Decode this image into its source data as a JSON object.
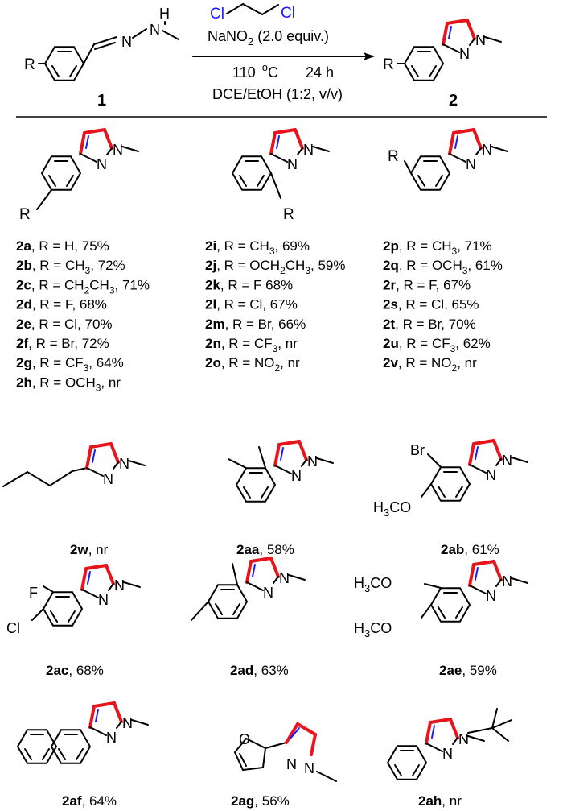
{
  "reaction": {
    "reagent_cl_left": "Cl",
    "reagent_cl_right": "Cl",
    "nano2_main": "NaNO",
    "nano2_sub": "2",
    "nano2_tail": " (2.0 equiv.)",
    "temp_value": "110",
    "temp_unit_sup": "o",
    "temp_unit": "C",
    "time": "24  h",
    "solvent": "DCE/EtOH (1:2, v/v)",
    "start_label": "1",
    "product_label": "2",
    "r_group": "R",
    "n_atom": "N",
    "h_atom": "H"
  },
  "scaffolds": {
    "r_label": "R",
    "n_atom": "N"
  },
  "columns": [
    {
      "entries": [
        {
          "id": "2a",
          "text": ", R = H, 75%"
        },
        {
          "id": "2b",
          "text": ", R = CH",
          "sub": "3",
          "after": ", 72%"
        },
        {
          "id": "2c",
          "text": ", R = CH",
          "sub": "2",
          "mid": "CH",
          "sub2": "3",
          "after": ", 71%"
        },
        {
          "id": "2d",
          "text": ", R = F, 68%"
        },
        {
          "id": "2e",
          "text": ", R = Cl, 70%"
        },
        {
          "id": "2f",
          "text": ", R = Br, 72%"
        },
        {
          "id": "2g",
          "text": ", R = CF",
          "sub": "3",
          "after": ", 64%"
        },
        {
          "id": "2h",
          "text": ", R = OCH",
          "sub": "3",
          "after": ", nr"
        }
      ]
    },
    {
      "entries": [
        {
          "id": "2i",
          "text": ", R = CH",
          "sub": "3",
          "after": ", 69%"
        },
        {
          "id": "2j",
          "text": ", R = OCH",
          "sub": "2",
          "mid": "CH",
          "sub2": "3",
          "after": ", 59%"
        },
        {
          "id": "2k",
          "text": ", R = F 68%"
        },
        {
          "id": "2l",
          "text": ", R = Cl, 67%"
        },
        {
          "id": "2m",
          "text": ", R = Br, 66%"
        },
        {
          "id": "2n",
          "text": ", R = CF",
          "sub": "3",
          "after": ", nr"
        },
        {
          "id": "2o",
          "text": ", R = NO",
          "sub": "2",
          "after": ", nr"
        }
      ]
    },
    {
      "entries": [
        {
          "id": "2p",
          "text": ", R = CH",
          "sub": "3",
          "after": ", 71%"
        },
        {
          "id": "2q",
          "text": ", R = OCH",
          "sub": "3",
          "after": ", 61%"
        },
        {
          "id": "2r",
          "text": ", R = F, 67%"
        },
        {
          "id": "2s",
          "text": ", R = Cl, 65%"
        },
        {
          "id": "2t",
          "text": ", R = Br, 70%"
        },
        {
          "id": "2u",
          "text": ", R = CF",
          "sub": "3",
          "after": ", 62%"
        },
        {
          "id": "2v",
          "text": ", R = NO",
          "sub": "2",
          "after": ", nr"
        }
      ]
    }
  ],
  "compounds": [
    {
      "id": "2w",
      "result": ", nr"
    },
    {
      "id": "2aa",
      "result": ", 58%"
    },
    {
      "id": "2ab",
      "result": ", 61%",
      "sub1": "Br",
      "sub2": "H",
      "sub2b": "3",
      "sub2c": "CO"
    },
    {
      "id": "2ac",
      "result": ", 68%",
      "sub1": "F",
      "sub2": "Cl"
    },
    {
      "id": "2ad",
      "result": ", 63%"
    },
    {
      "id": "2ae",
      "result": ", 59%",
      "sub1": "H",
      "sub1b": "3",
      "sub1c": "CO",
      "sub2": "H",
      "sub2b": "3",
      "sub2c": "CO"
    },
    {
      "id": "2af",
      "result": ", 64%"
    },
    {
      "id": "2ag",
      "result": ", 56%",
      "hetero": "O"
    },
    {
      "id": "2ah",
      "result": ", nr"
    }
  ]
}
